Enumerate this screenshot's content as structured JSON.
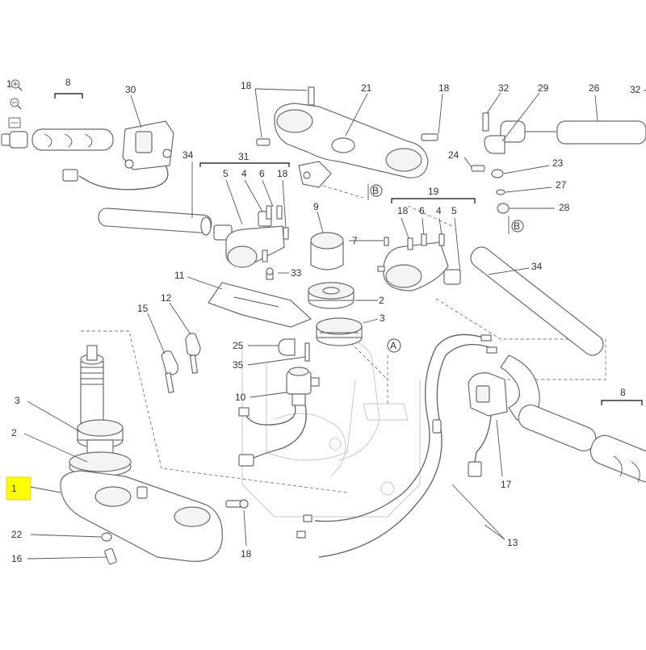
{
  "colors": {
    "highlight": "#ffff00",
    "line": "#6a6a6a",
    "text": "#333333"
  },
  "toolbar": {
    "zoom_in_icon": "zoom-in-icon",
    "zoom_out_icon": "zoom-out-icon",
    "fit_icon": "fit-view-icon"
  },
  "callouts": {
    "c1": "1",
    "c2_left": "2",
    "c2_mid": "2",
    "c3_left": "3",
    "c3_mid": "3",
    "c4_left": "4",
    "c4_right": "4",
    "c5_left": "5",
    "c5_right": "5",
    "c6_left": "6",
    "c6_right": "6",
    "c7": "7",
    "c8_top": "8",
    "c8_right": "8",
    "c9": "9",
    "c10": "10",
    "c11": "11",
    "c12": "12",
    "c13": "13",
    "c15": "15",
    "c16": "16",
    "c17": "17",
    "c18_a": "18",
    "c18_b": "18",
    "c18_c": "18",
    "c18_d": "18",
    "c18_e": "18",
    "c19": "19",
    "c21": "21",
    "c22": "22",
    "c23": "23",
    "c24": "24",
    "c25": "25",
    "c26": "26",
    "c27": "27",
    "c28": "28",
    "c29": "29",
    "c30": "30",
    "c31": "31",
    "c32_a": "32",
    "c32_b": "32 -",
    "c33": "33",
    "c34_left": "34",
    "c34_right": "34",
    "c35": "35",
    "c_top_left": "1",
    "ref_a": "A",
    "ref_b1": "B",
    "ref_b2": "B"
  }
}
